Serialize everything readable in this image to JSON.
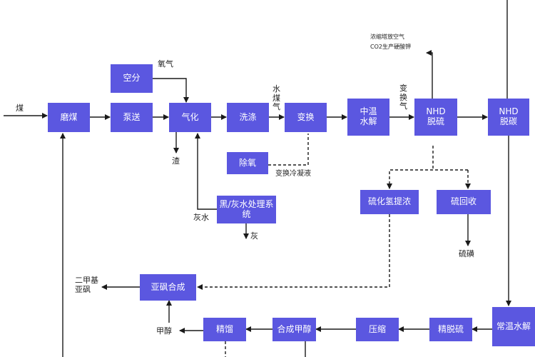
{
  "colors": {
    "box": "#5b57e0",
    "line": "#1a1a1a"
  },
  "nodes": {
    "kongfen": "空分",
    "momei": "磨煤",
    "bengsong": "泵送",
    "qihua": "气化",
    "xidi": "洗涤",
    "bianhuan": "变换",
    "zhongwen": "中温\n水解",
    "nhd1": "NHD\n脱硫",
    "nhd2": "NHD\n脱碳",
    "chuyang": "除氧",
    "heihui": "黑/灰水处理系\n统",
    "liuhua": "硫化氢提浓",
    "liuhuishou": "硫回收",
    "yafeng": "亚砜合成",
    "changwen": "常温水解",
    "jingtuoliu": "精脱硫",
    "yasuo": "压缩",
    "hecheng": "合成甲醇",
    "jingliu": "精馏"
  },
  "labels": {
    "mei": "煤",
    "yangqi": "氧气",
    "shuimeiqi": "水\n煤\n气",
    "bianhuanqi": "变\n换\n气",
    "zha": "渣",
    "huishui": "灰水",
    "hui": "灰",
    "bianhuanlengning": "变换冷凝液",
    "vent1": "浓缩塔放空气",
    "vent2": "CO2生产硬酸钾",
    "liuhuang": "硫磺",
    "erjiaji": "二甲基\n亚砜",
    "jiachun": "甲醇"
  }
}
